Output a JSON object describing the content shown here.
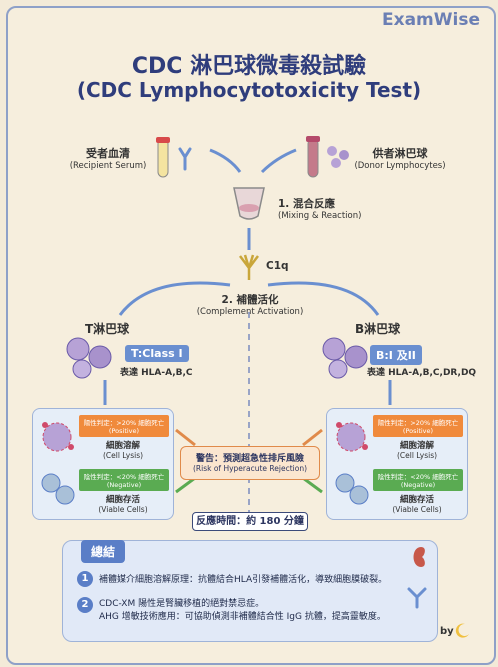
{
  "brand": "ExamWise",
  "title_zh": "CDC 淋巴球微毒殺試驗",
  "title_en": "(CDC Lymphocytotoxicity Test)",
  "recipient": {
    "label": "受者血清",
    "sub": "(Recipient Serum)"
  },
  "donor": {
    "label": "供者淋巴球",
    "sub": "(Donor Lymphocytes)"
  },
  "step1": {
    "label": "1. 混合反應",
    "sub": "(Mixing & Reaction)"
  },
  "c1q": "C1q",
  "step2": {
    "label": "2. 補體活化",
    "sub": "(Complement Activation)"
  },
  "t_cell": {
    "label": "T淋巴球",
    "class": "T:Class I",
    "hla": "表達 HLA-A,B,C"
  },
  "b_cell": {
    "label": "B淋巴球",
    "class": "B:I 及II",
    "hla": "表達 HLA-A,B,C,DR,DQ"
  },
  "positive_tag": "陽性判定：>20% 細胞死亡\n(Positive)",
  "negative_tag": "陰性判定：<20% 細胞死亡\n(Negative)",
  "lysis": {
    "label": "細胞溶解",
    "sub": "(Cell Lysis)"
  },
  "viable": {
    "label": "細胞存活",
    "sub": "(Viable Cells)"
  },
  "warning": {
    "label": "警告：預測超急性排斥風險",
    "sub": "(Risk of Hyperacute Rejection)"
  },
  "reaction_time": "反應時間：約 180 分鐘",
  "summary": {
    "title": "總結",
    "items": [
      {
        "num": "1",
        "text": "補體媒介細胞溶解原理：抗體結合HLA引發補體活化，導致細胞膜破裂。"
      },
      {
        "num": "2",
        "text": "CDC-XM 陽性是腎臟移植的絕對禁忌症。"
      }
    ],
    "extra": "AHG 增敏技術應用：可協助偵測非補體結合性 IgG 抗體，提高靈敏度。"
  },
  "signature": "by",
  "colors": {
    "accent": "#5a7ec7",
    "positive": "#f08a3c",
    "negative": "#5aab52",
    "warning": "#e08a4a"
  }
}
